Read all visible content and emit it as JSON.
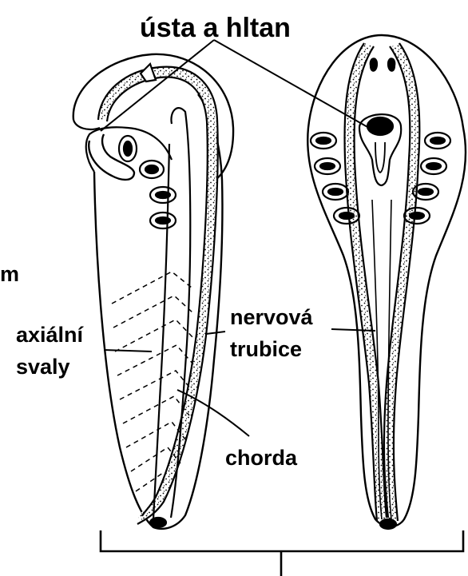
{
  "labels": {
    "title": "ústa a hltan",
    "cut_letter": "m",
    "axial_1": "axiální",
    "axial_2": "svaly",
    "neural_1": "nervová",
    "neural_2": "trubice",
    "chord": "chorda"
  },
  "colors": {
    "ink": "#000000",
    "paper": "#ffffff"
  }
}
